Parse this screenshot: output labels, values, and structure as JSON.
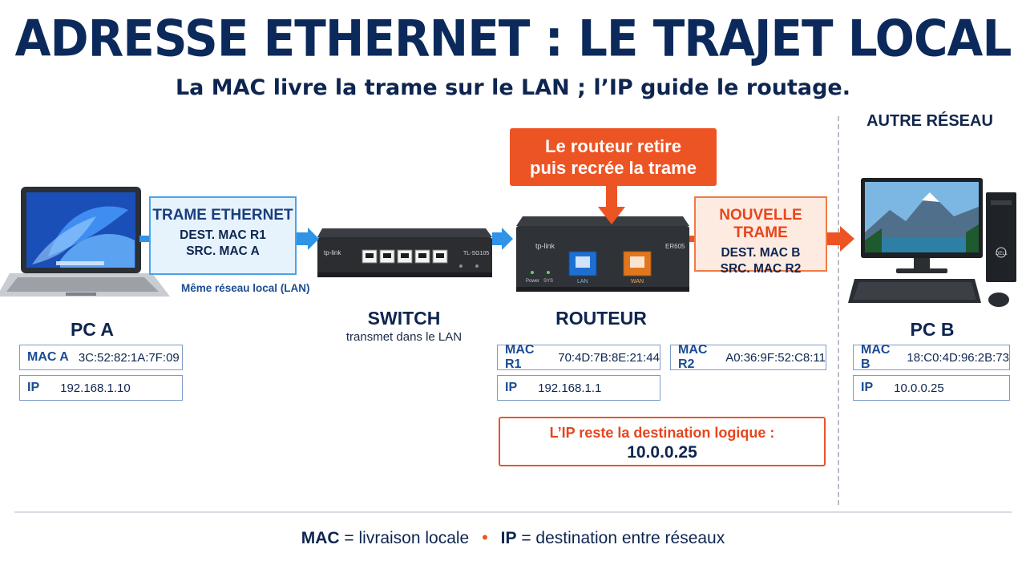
{
  "title": "ADRESSE ETHERNET : LE TRAJET LOCAL",
  "subtitle": "La MAC livre la trame sur le LAN ; l’IP guide le routage.",
  "other_network_label": "AUTRE RÉSEAU",
  "frame_ethernet": {
    "heading": "TRAME ETHERNET",
    "line1": "DEST. MAC R1",
    "line2": "SRC. MAC A"
  },
  "lan_note": "Même réseau local (LAN)",
  "router_callout": {
    "line1": "Le routeur retire",
    "line2": "puis recrée la trame"
  },
  "frame_new": {
    "heading": "NOUVELLE TRAME",
    "line1": "DEST. MAC B",
    "line2": "SRC. MAC R2"
  },
  "pc_a": {
    "label": "PC A",
    "mac_key": "MAC A",
    "mac": "3C:52:82:1A:7F:09",
    "ip_key": "IP",
    "ip": "192.168.1.10"
  },
  "switch": {
    "label": "SWITCH",
    "sub": "transmet dans le LAN",
    "brand": "tp-link",
    "model": "TL-SG105"
  },
  "router": {
    "label": "ROUTEUR",
    "brand": "tp-link",
    "model": "ER605",
    "power": "Power",
    "sys": "SYS",
    "lan_port": "LAN",
    "wan_port": "WAN",
    "mac_r1_key": "MAC R1",
    "mac_r1": "70:4D:7B:8E:21:44",
    "mac_r2_key": "MAC R2",
    "mac_r2": "A0:36:9F:52:C8:11",
    "ip_key": "IP",
    "ip": "192.168.1.1"
  },
  "pc_b": {
    "label": "PC B",
    "mac_key": "MAC B",
    "mac": "18:C0:4D:96:2B:73",
    "ip_key": "IP",
    "ip": "10.0.0.25",
    "brand": "DELL"
  },
  "logic_note": {
    "line1": "L’IP reste la destination logique :",
    "line2": "10.0.0.25"
  },
  "footer": {
    "mac_term": "MAC",
    "mac_desc": " = livraison locale",
    "ip_term": "IP",
    "ip_desc": " = destination entre réseaux"
  },
  "colors": {
    "navy": "#0b2a5b",
    "blue_accent": "#4aa3e8",
    "orange_accent": "#ed5424"
  }
}
